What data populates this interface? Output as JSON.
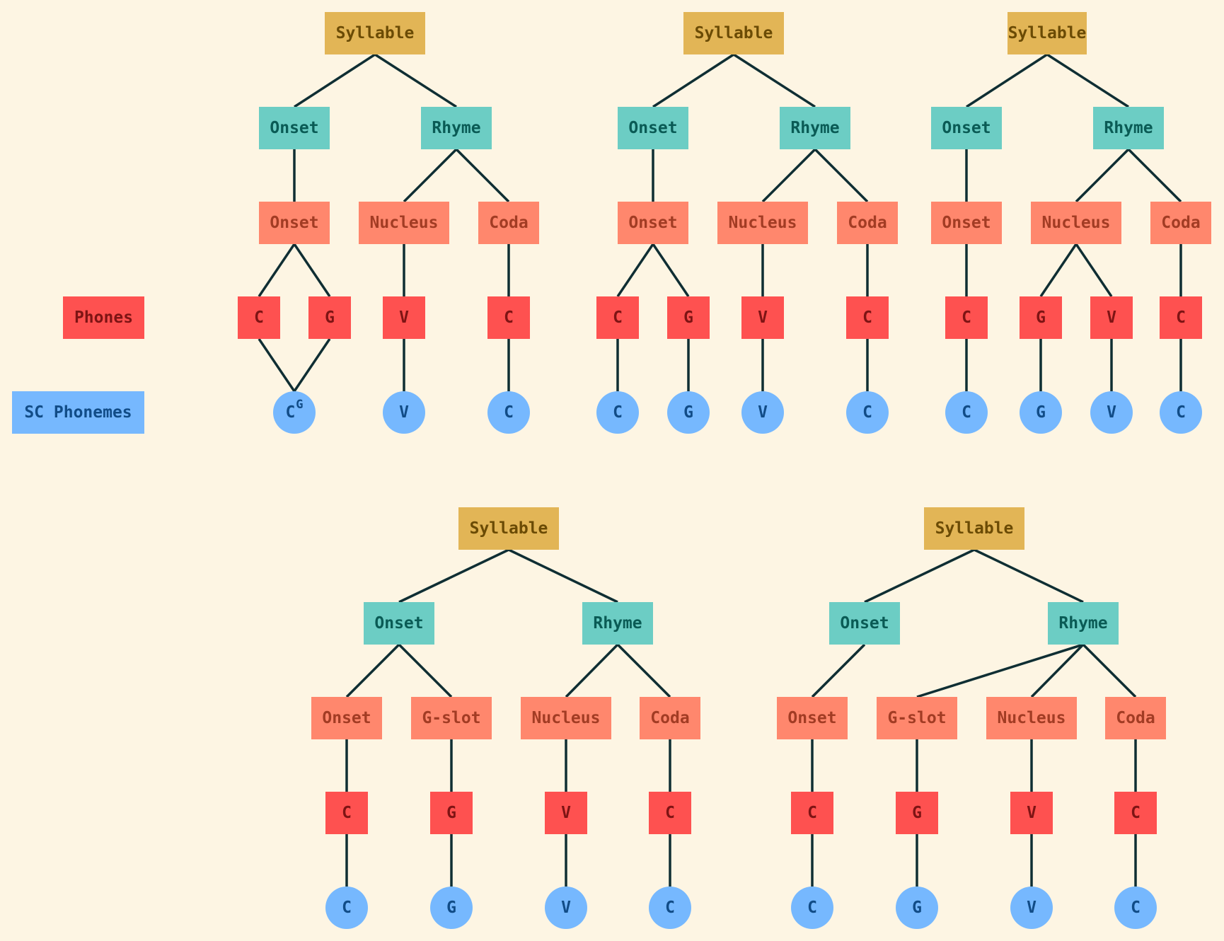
{
  "legend": {
    "phones": "Phones",
    "sc_phonemes": "SC Phonemes"
  },
  "labels": {
    "syllable": "Syllable",
    "onset": "Onset",
    "rhyme": "Rhyme",
    "nucleus": "Nucleus",
    "coda": "Coda",
    "gslot": "G-slot",
    "C": "C",
    "G": "G",
    "V": "V"
  },
  "colors": {
    "background": "#fdf5e3",
    "syllable": "#e2b556",
    "constituent": "#6ccdc4",
    "sub_constituent": "#ff876d",
    "phone": "#fe5150",
    "phoneme": "#76b8fe",
    "edge": "#0f2e33"
  },
  "trees": [
    {
      "nodes": [
        {
          "id": "s",
          "label": "syllable",
          "kind": "syllable"
        },
        {
          "id": "on",
          "label": "onset",
          "kind": "onset1"
        },
        {
          "id": "rh",
          "label": "rhyme",
          "kind": "rhyme1"
        },
        {
          "id": "on2",
          "label": "onset",
          "kind": "sub"
        },
        {
          "id": "nu",
          "label": "nucleus",
          "kind": "sub"
        },
        {
          "id": "co",
          "label": "coda",
          "kind": "sub"
        },
        {
          "id": "p1",
          "label": "C",
          "kind": "phone"
        },
        {
          "id": "p2",
          "label": "G",
          "kind": "phone"
        },
        {
          "id": "p3",
          "label": "V",
          "kind": "phone"
        },
        {
          "id": "p4",
          "label": "C",
          "kind": "phone"
        },
        {
          "id": "f1",
          "label": "C",
          "sup": "G",
          "kind": "phoneme"
        },
        {
          "id": "f2",
          "label": "V",
          "kind": "phoneme"
        },
        {
          "id": "f3",
          "label": "C",
          "kind": "phoneme"
        }
      ],
      "edges": [
        [
          "s",
          "on"
        ],
        [
          "s",
          "rh"
        ],
        [
          "on",
          "on2"
        ],
        [
          "rh",
          "nu"
        ],
        [
          "rh",
          "co"
        ],
        [
          "on2",
          "p1"
        ],
        [
          "on2",
          "p2"
        ],
        [
          "nu",
          "p3"
        ],
        [
          "co",
          "p4"
        ],
        [
          "p1",
          "f1"
        ],
        [
          "p2",
          "f1"
        ],
        [
          "p3",
          "f2"
        ],
        [
          "p4",
          "f3"
        ]
      ]
    },
    {
      "nodes": [
        {
          "id": "s",
          "label": "syllable",
          "kind": "syllable"
        },
        {
          "id": "on",
          "label": "onset",
          "kind": "onset1"
        },
        {
          "id": "rh",
          "label": "rhyme",
          "kind": "rhyme1"
        },
        {
          "id": "on2",
          "label": "onset",
          "kind": "sub"
        },
        {
          "id": "nu",
          "label": "nucleus",
          "kind": "sub"
        },
        {
          "id": "co",
          "label": "coda",
          "kind": "sub"
        },
        {
          "id": "p1",
          "label": "C",
          "kind": "phone"
        },
        {
          "id": "p2",
          "label": "G",
          "kind": "phone"
        },
        {
          "id": "p3",
          "label": "V",
          "kind": "phone"
        },
        {
          "id": "p4",
          "label": "C",
          "kind": "phone"
        },
        {
          "id": "f1",
          "label": "C",
          "kind": "phoneme"
        },
        {
          "id": "f2",
          "label": "G",
          "kind": "phoneme"
        },
        {
          "id": "f3",
          "label": "V",
          "kind": "phoneme"
        },
        {
          "id": "f4",
          "label": "C",
          "kind": "phoneme"
        }
      ],
      "edges": [
        [
          "s",
          "on"
        ],
        [
          "s",
          "rh"
        ],
        [
          "on",
          "on2"
        ],
        [
          "rh",
          "nu"
        ],
        [
          "rh",
          "co"
        ],
        [
          "on2",
          "p1"
        ],
        [
          "on2",
          "p2"
        ],
        [
          "nu",
          "p3"
        ],
        [
          "co",
          "p4"
        ],
        [
          "p1",
          "f1"
        ],
        [
          "p2",
          "f2"
        ],
        [
          "p3",
          "f3"
        ],
        [
          "p4",
          "f4"
        ]
      ]
    },
    {
      "nodes": [
        {
          "id": "s",
          "label": "syllable",
          "kind": "syllable"
        },
        {
          "id": "on",
          "label": "onset",
          "kind": "onset1"
        },
        {
          "id": "rh",
          "label": "rhyme",
          "kind": "rhyme1"
        },
        {
          "id": "on2",
          "label": "onset",
          "kind": "sub"
        },
        {
          "id": "nu",
          "label": "nucleus",
          "kind": "sub"
        },
        {
          "id": "co",
          "label": "coda",
          "kind": "sub"
        },
        {
          "id": "p1",
          "label": "C",
          "kind": "phone"
        },
        {
          "id": "p2",
          "label": "G",
          "kind": "phone"
        },
        {
          "id": "p3",
          "label": "V",
          "kind": "phone"
        },
        {
          "id": "p4",
          "label": "C",
          "kind": "phone"
        },
        {
          "id": "f1",
          "label": "C",
          "kind": "phoneme"
        },
        {
          "id": "f2",
          "label": "G",
          "kind": "phoneme"
        },
        {
          "id": "f3",
          "label": "V",
          "kind": "phoneme"
        },
        {
          "id": "f4",
          "label": "C",
          "kind": "phoneme"
        }
      ],
      "edges": [
        [
          "s",
          "on"
        ],
        [
          "s",
          "rh"
        ],
        [
          "on",
          "on2"
        ],
        [
          "rh",
          "nu"
        ],
        [
          "rh",
          "co"
        ],
        [
          "on2",
          "p1"
        ],
        [
          "nu",
          "p2"
        ],
        [
          "nu",
          "p3"
        ],
        [
          "co",
          "p4"
        ],
        [
          "p1",
          "f1"
        ],
        [
          "p2",
          "f2"
        ],
        [
          "p3",
          "f3"
        ],
        [
          "p4",
          "f4"
        ]
      ]
    },
    {
      "nodes": [
        {
          "id": "s",
          "label": "syllable",
          "kind": "syllable"
        },
        {
          "id": "on",
          "label": "onset",
          "kind": "onset1"
        },
        {
          "id": "rh",
          "label": "rhyme",
          "kind": "rhyme1"
        },
        {
          "id": "on2",
          "label": "onset",
          "kind": "sub"
        },
        {
          "id": "gs",
          "label": "gslot",
          "kind": "sub"
        },
        {
          "id": "nu",
          "label": "nucleus",
          "kind": "sub"
        },
        {
          "id": "co",
          "label": "coda",
          "kind": "sub"
        },
        {
          "id": "p1",
          "label": "C",
          "kind": "phone"
        },
        {
          "id": "p2",
          "label": "G",
          "kind": "phone"
        },
        {
          "id": "p3",
          "label": "V",
          "kind": "phone"
        },
        {
          "id": "p4",
          "label": "C",
          "kind": "phone"
        },
        {
          "id": "f1",
          "label": "C",
          "kind": "phoneme"
        },
        {
          "id": "f2",
          "label": "G",
          "kind": "phoneme"
        },
        {
          "id": "f3",
          "label": "V",
          "kind": "phoneme"
        },
        {
          "id": "f4",
          "label": "C",
          "kind": "phoneme"
        }
      ],
      "edges": [
        [
          "s",
          "on"
        ],
        [
          "s",
          "rh"
        ],
        [
          "on",
          "on2"
        ],
        [
          "on",
          "gs"
        ],
        [
          "rh",
          "nu"
        ],
        [
          "rh",
          "co"
        ],
        [
          "on2",
          "p1"
        ],
        [
          "gs",
          "p2"
        ],
        [
          "nu",
          "p3"
        ],
        [
          "co",
          "p4"
        ],
        [
          "p1",
          "f1"
        ],
        [
          "p2",
          "f2"
        ],
        [
          "p3",
          "f3"
        ],
        [
          "p4",
          "f4"
        ]
      ]
    },
    {
      "nodes": [
        {
          "id": "s",
          "label": "syllable",
          "kind": "syllable"
        },
        {
          "id": "on",
          "label": "onset",
          "kind": "onset1"
        },
        {
          "id": "rh",
          "label": "rhyme",
          "kind": "rhyme1"
        },
        {
          "id": "on2",
          "label": "onset",
          "kind": "sub"
        },
        {
          "id": "gs",
          "label": "gslot",
          "kind": "sub"
        },
        {
          "id": "nu",
          "label": "nucleus",
          "kind": "sub"
        },
        {
          "id": "co",
          "label": "coda",
          "kind": "sub"
        },
        {
          "id": "p1",
          "label": "C",
          "kind": "phone"
        },
        {
          "id": "p2",
          "label": "G",
          "kind": "phone"
        },
        {
          "id": "p3",
          "label": "V",
          "kind": "phone"
        },
        {
          "id": "p4",
          "label": "C",
          "kind": "phone"
        },
        {
          "id": "f1",
          "label": "C",
          "kind": "phoneme"
        },
        {
          "id": "f2",
          "label": "G",
          "kind": "phoneme"
        },
        {
          "id": "f3",
          "label": "V",
          "kind": "phoneme"
        },
        {
          "id": "f4",
          "label": "C",
          "kind": "phoneme"
        }
      ],
      "edges": [
        [
          "s",
          "on"
        ],
        [
          "s",
          "rh"
        ],
        [
          "on",
          "on2"
        ],
        [
          "rh",
          "gs"
        ],
        [
          "rh",
          "nu"
        ],
        [
          "rh",
          "co"
        ],
        [
          "on2",
          "p1"
        ],
        [
          "gs",
          "p2"
        ],
        [
          "nu",
          "p3"
        ],
        [
          "co",
          "p4"
        ],
        [
          "p1",
          "f1"
        ],
        [
          "p2",
          "f2"
        ],
        [
          "p3",
          "f3"
        ],
        [
          "p4",
          "f4"
        ]
      ]
    }
  ]
}
